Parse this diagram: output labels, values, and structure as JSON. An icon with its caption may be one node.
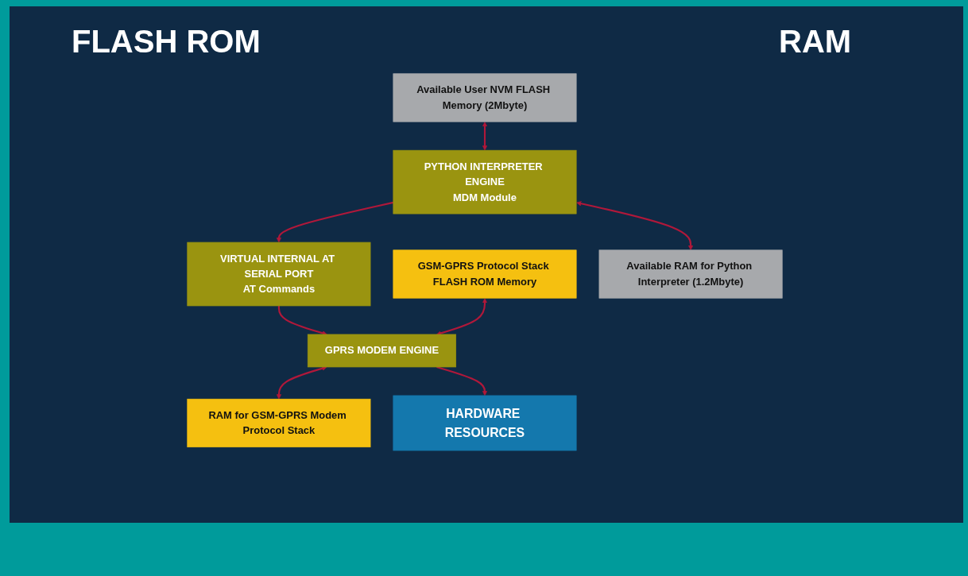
{
  "diagram": {
    "nodes": [
      {
        "text": [
          "Available User NVM FLASH Memory (2Mbyte)"
        ]
      },
      {
        "text": [
          "GSM-GPRS Protocol Stack FLASH ROM Memory"
        ]
      },
      {
        "text": [
          "PYTHON INTERPRETER ENGINE",
          "MDM Module"
        ]
      },
      {
        "text": [
          "VIRTUAL INTERNAL AT SERIAL PORT",
          "AT Commands"
        ]
      },
      {
        "text": [
          "GPRS MODEM ENGINE"
        ]
      },
      {
        "text": [
          "Available RAM for Python Interpreter (1.2Mbyte)"
        ]
      },
      {
        "text": [
          "RAM for GSM-GPRS Modem Protocol Stack"
        ]
      },
      {
        "text": [
          "HARDWARE RESOURCES"
        ]
      }
    ],
    "edges": [
      {
        "from": 0,
        "to": 2,
        "arrow": "both"
      },
      {
        "from": 2,
        "to": 5,
        "arrow": "both"
      },
      {
        "from": 2,
        "to": 3,
        "arrow": "to"
      },
      {
        "from": 3,
        "to": 4,
        "arrow": "to"
      },
      {
        "from": 1,
        "to": 4,
        "arrow": "both"
      },
      {
        "from": 4,
        "to": 6,
        "arrow": "both"
      },
      {
        "from": 4,
        "to": 7,
        "arrow": "to"
      }
    ],
    "labels": [
      "FLASH ROM",
      "RAM"
    ]
  }
}
